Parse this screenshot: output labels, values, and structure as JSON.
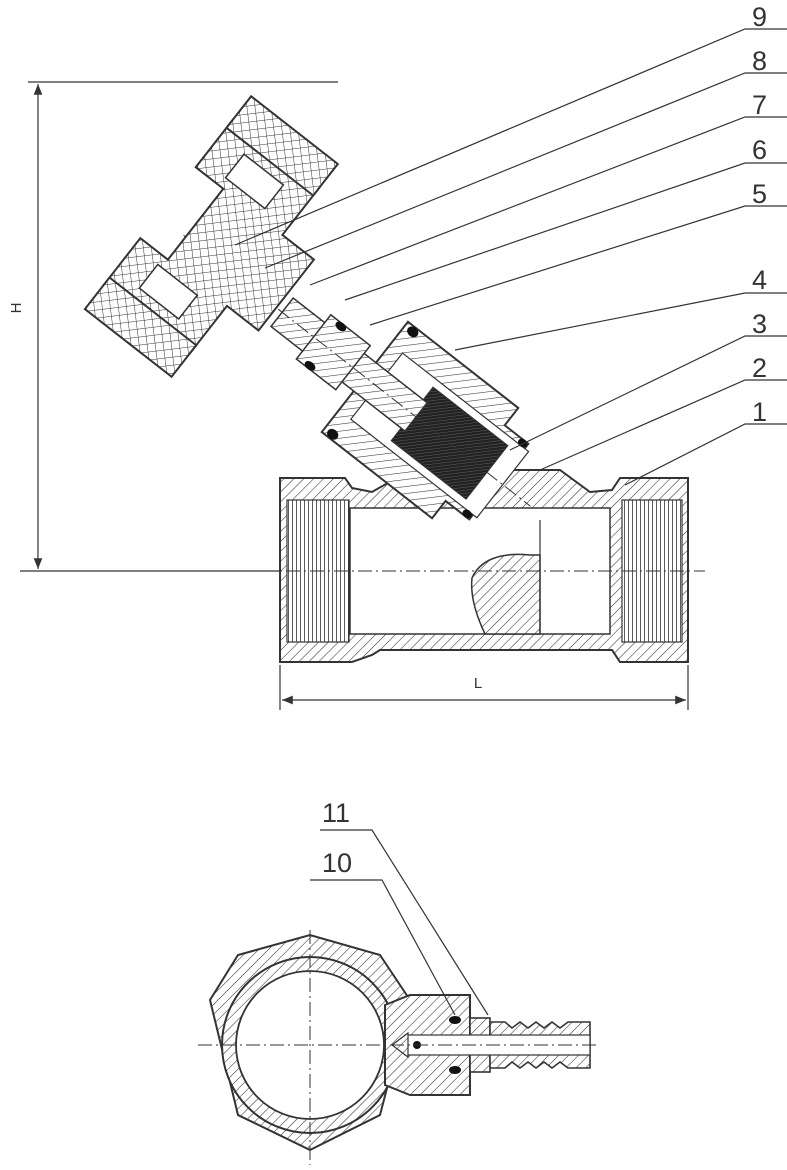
{
  "callouts": {
    "n1": "1",
    "n2": "2",
    "n3": "3",
    "n4": "4",
    "n5": "5",
    "n6": "6",
    "n7": "7",
    "n8": "8",
    "n9": "9",
    "n10": "10",
    "n11": "11"
  },
  "dimensions": {
    "height": "H",
    "length": "L"
  },
  "colors": {
    "line": "#333333",
    "background": "#ffffff"
  },
  "icons": [
    "y-strainer-section-view",
    "y-strainer-end-view"
  ]
}
